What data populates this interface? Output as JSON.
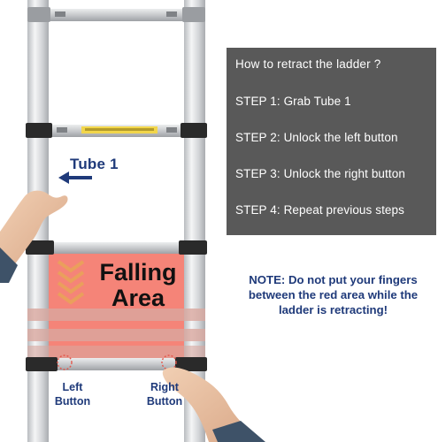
{
  "steps": {
    "title": "How to retract the ladder ?",
    "items": [
      "STEP 1: Grab Tube 1",
      "STEP 2: Unlock the left button",
      "STEP 3: Unlock the right button",
      "STEP 4: Repeat previous steps"
    ]
  },
  "note": {
    "lines": [
      "NOTE: Do not put your fingers",
      "between the red area while the",
      "ladder is retracting!"
    ]
  },
  "labels": {
    "tube": "Tube 1",
    "falling_line1": "Falling",
    "falling_line2": "Area",
    "left_button_line1": "Left",
    "left_button_line2": "Button",
    "right_button_line1": "Right",
    "right_button_line2": "Button"
  },
  "colors": {
    "panel_bg": "#595959",
    "note_text": "#1f3a7a",
    "falling_area": "#f36f63"
  }
}
